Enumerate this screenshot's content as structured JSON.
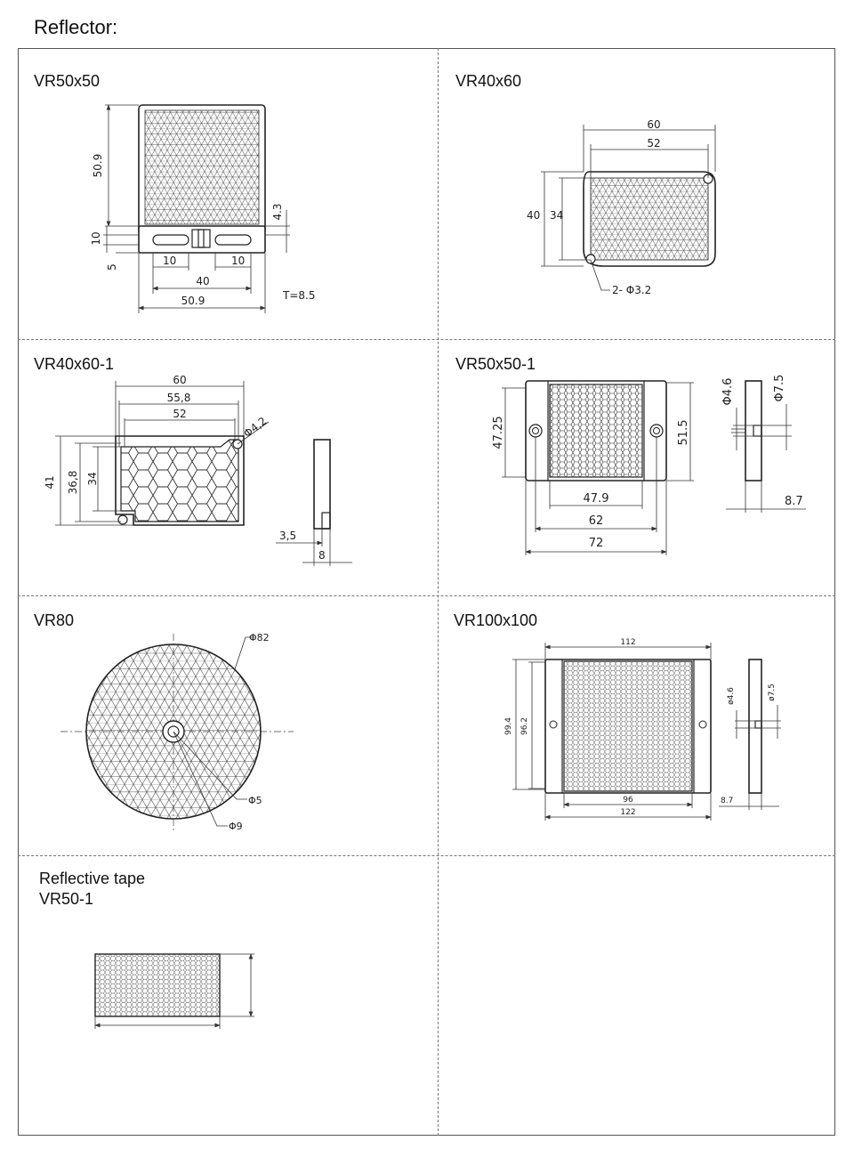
{
  "page": {
    "title": "Reflector:"
  },
  "cells": {
    "vr50x50": {
      "title": "VR50x50",
      "dims": {
        "height": "50.9",
        "slot_height": "10",
        "slot_offset": "5",
        "slot_len_left": "10",
        "slot_len_right": "10",
        "hole_spacing": "40",
        "width": "50.9",
        "side": "4.3",
        "thickness": "T=8.5"
      }
    },
    "vr40x60": {
      "title": "VR40x60",
      "dims": {
        "width": "60",
        "inner_width": "52",
        "height": "40",
        "inner_height": "34",
        "holes": "2- Φ3.2"
      }
    },
    "vr40x60_1": {
      "title": "VR40x60-1",
      "dims": {
        "width": "60",
        "mid_width": "55,8",
        "inner_width": "52",
        "hole": "Φ4,2",
        "height": "41",
        "mid_height": "36,8",
        "inner_height": "34",
        "step": "3,5",
        "thickness": "8"
      }
    },
    "vr50x50_1": {
      "title": "VR50x50-1",
      "dims": {
        "left_height": "47.25",
        "right_height": "51.5",
        "inner_width": "47.9",
        "hole_spacing": "62",
        "width": "72",
        "hole_small": "Φ4.6",
        "hole_large": "Φ7.5",
        "thickness": "8.7"
      }
    },
    "vr80": {
      "title": "VR80",
      "dims": {
        "outer": "Φ82",
        "hole": "Φ5",
        "boss": "Φ9"
      }
    },
    "vr100x100": {
      "title": "VR100x100",
      "dims": {
        "top_width": "112",
        "outer_height": "99.4",
        "inner_height": "96.2",
        "inner_width": "96",
        "width": "122",
        "hole_small": "ø4.6",
        "hole_large": "ø7.5",
        "thickness": "8.7"
      }
    },
    "tape": {
      "title_line1": "Reflective tape",
      "title_line2": "VR50-1"
    }
  }
}
